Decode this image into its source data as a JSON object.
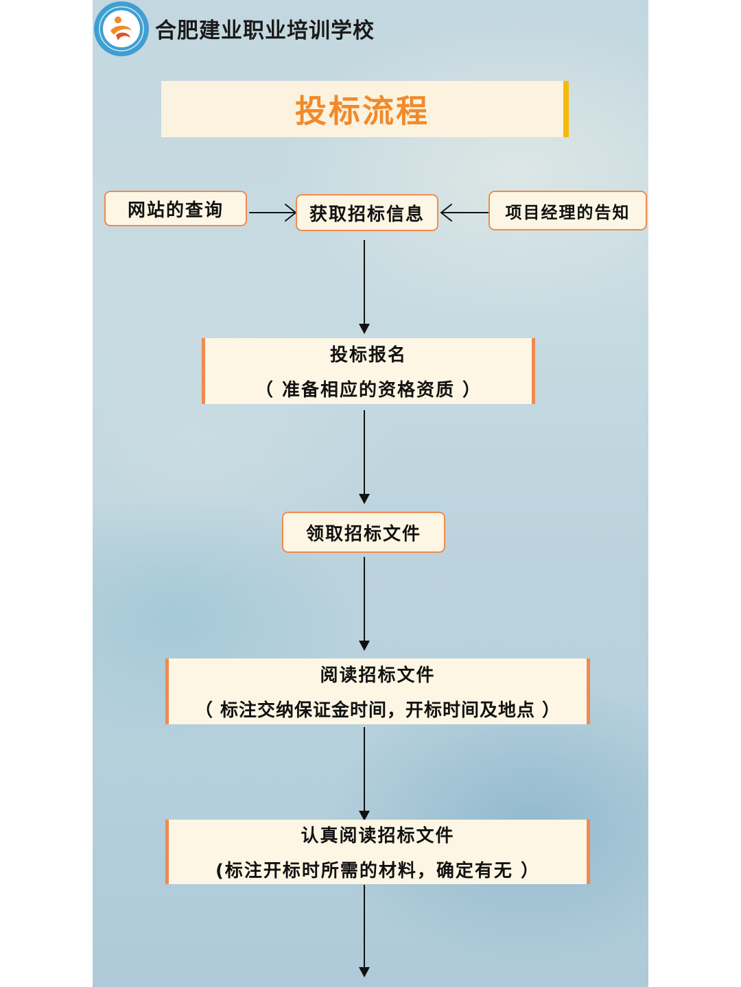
{
  "header": {
    "school_name": "合肥建业职业培训学校"
  },
  "title": "投标流程",
  "colors": {
    "accent_orange": "#f08a4e",
    "title_orange": "#f08a2c",
    "title_bar_yellow": "#f5b90b",
    "box_fill": "#fdf6e4"
  },
  "icons": [
    "school-logo-icon",
    "arrow-right-icon",
    "arrow-left-icon",
    "arrow-down-icon"
  ],
  "sources": {
    "website": "网站的查询",
    "manager": "项目经理的告知"
  },
  "steps": [
    {
      "title": "获取招标信息"
    },
    {
      "title": "投标报名",
      "note": "（ 准备相应的资格资质 ）"
    },
    {
      "title": "领取招标文件"
    },
    {
      "title": "阅读招标文件",
      "note": "（ 标注交纳保证金时间，开标时间及地点 ）"
    },
    {
      "title": "认真阅读招标文件",
      "note": "(标注开标时所需的材料，确定有无 ）"
    }
  ]
}
